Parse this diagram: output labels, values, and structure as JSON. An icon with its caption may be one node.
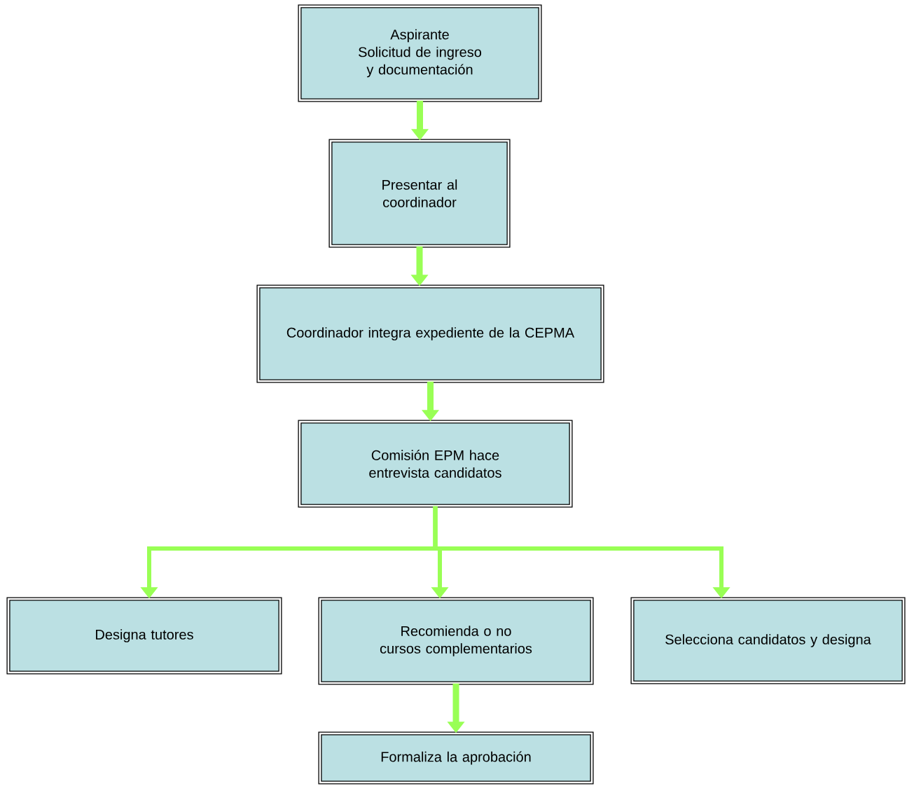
{
  "diagram": {
    "nodes": [
      {
        "text": [
          "Aspirante",
          "Solicitud de ingreso y documentación"
        ]
      },
      {
        "text": [
          "Presentar al coordinador"
        ]
      },
      {
        "text": [
          "Coordinador integra expediente de la CEPMA"
        ]
      },
      {
        "text": [
          "Comisión EPM hace entrevista candidatos"
        ]
      },
      {
        "text": [
          "Designa tutores"
        ]
      },
      {
        "text": [
          "Recomienda o no cursos complementarios"
        ]
      },
      {
        "text": [
          "Selecciona candidatos y designa"
        ]
      },
      {
        "text": [
          "Formaliza la aprobación"
        ]
      }
    ],
    "edges": [
      {
        "from": 0,
        "to": 1,
        "arrow": "to"
      },
      {
        "from": 1,
        "to": 2,
        "arrow": "to"
      },
      {
        "from": 2,
        "to": 3,
        "arrow": "to"
      },
      {
        "from": 3,
        "to": 4,
        "arrow": "to"
      },
      {
        "from": 3,
        "to": 5,
        "arrow": "to"
      },
      {
        "from": 3,
        "to": 6,
        "arrow": "to"
      },
      {
        "from": 5,
        "to": 7,
        "arrow": "to"
      }
    ]
  }
}
